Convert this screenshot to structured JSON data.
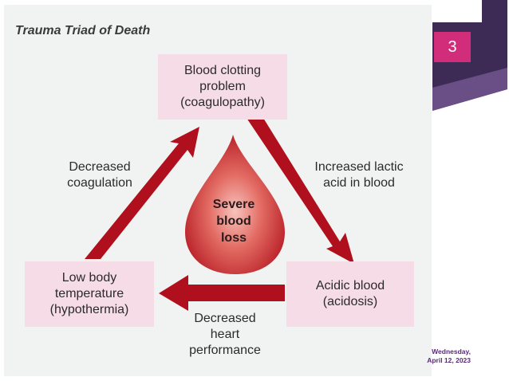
{
  "diagram": {
    "title": "Trauma Triad of Death",
    "nodes": {
      "top": [
        "Blood clotting",
        "problem",
        "(coagulopathy)"
      ],
      "right": [
        "Acidic blood",
        "(acidosis)"
      ],
      "left": [
        "Low body",
        "temperature",
        "(hypothermia)"
      ],
      "center": [
        "Severe",
        "blood",
        "loss"
      ]
    },
    "edges": {
      "top_to_right": [
        "Increased lactic",
        "acid in blood"
      ],
      "right_to_left": [
        "Decreased",
        "heart",
        "performance"
      ],
      "left_to_top": [
        "Decreased",
        "coagulation"
      ]
    }
  },
  "slide": {
    "page_number": "3",
    "date_line1": "Wednesday,",
    "date_line2": "April 12, 2023"
  },
  "colors": {
    "arrow": "#b0101e",
    "node_fill": "#f6dce6",
    "panel_bg": "#f1f3f2",
    "accent_magenta": "#d22d7a",
    "accent_purple": "#3d2b56",
    "drop_center": "#f2a6a0",
    "drop_edge": "#b91e26"
  }
}
